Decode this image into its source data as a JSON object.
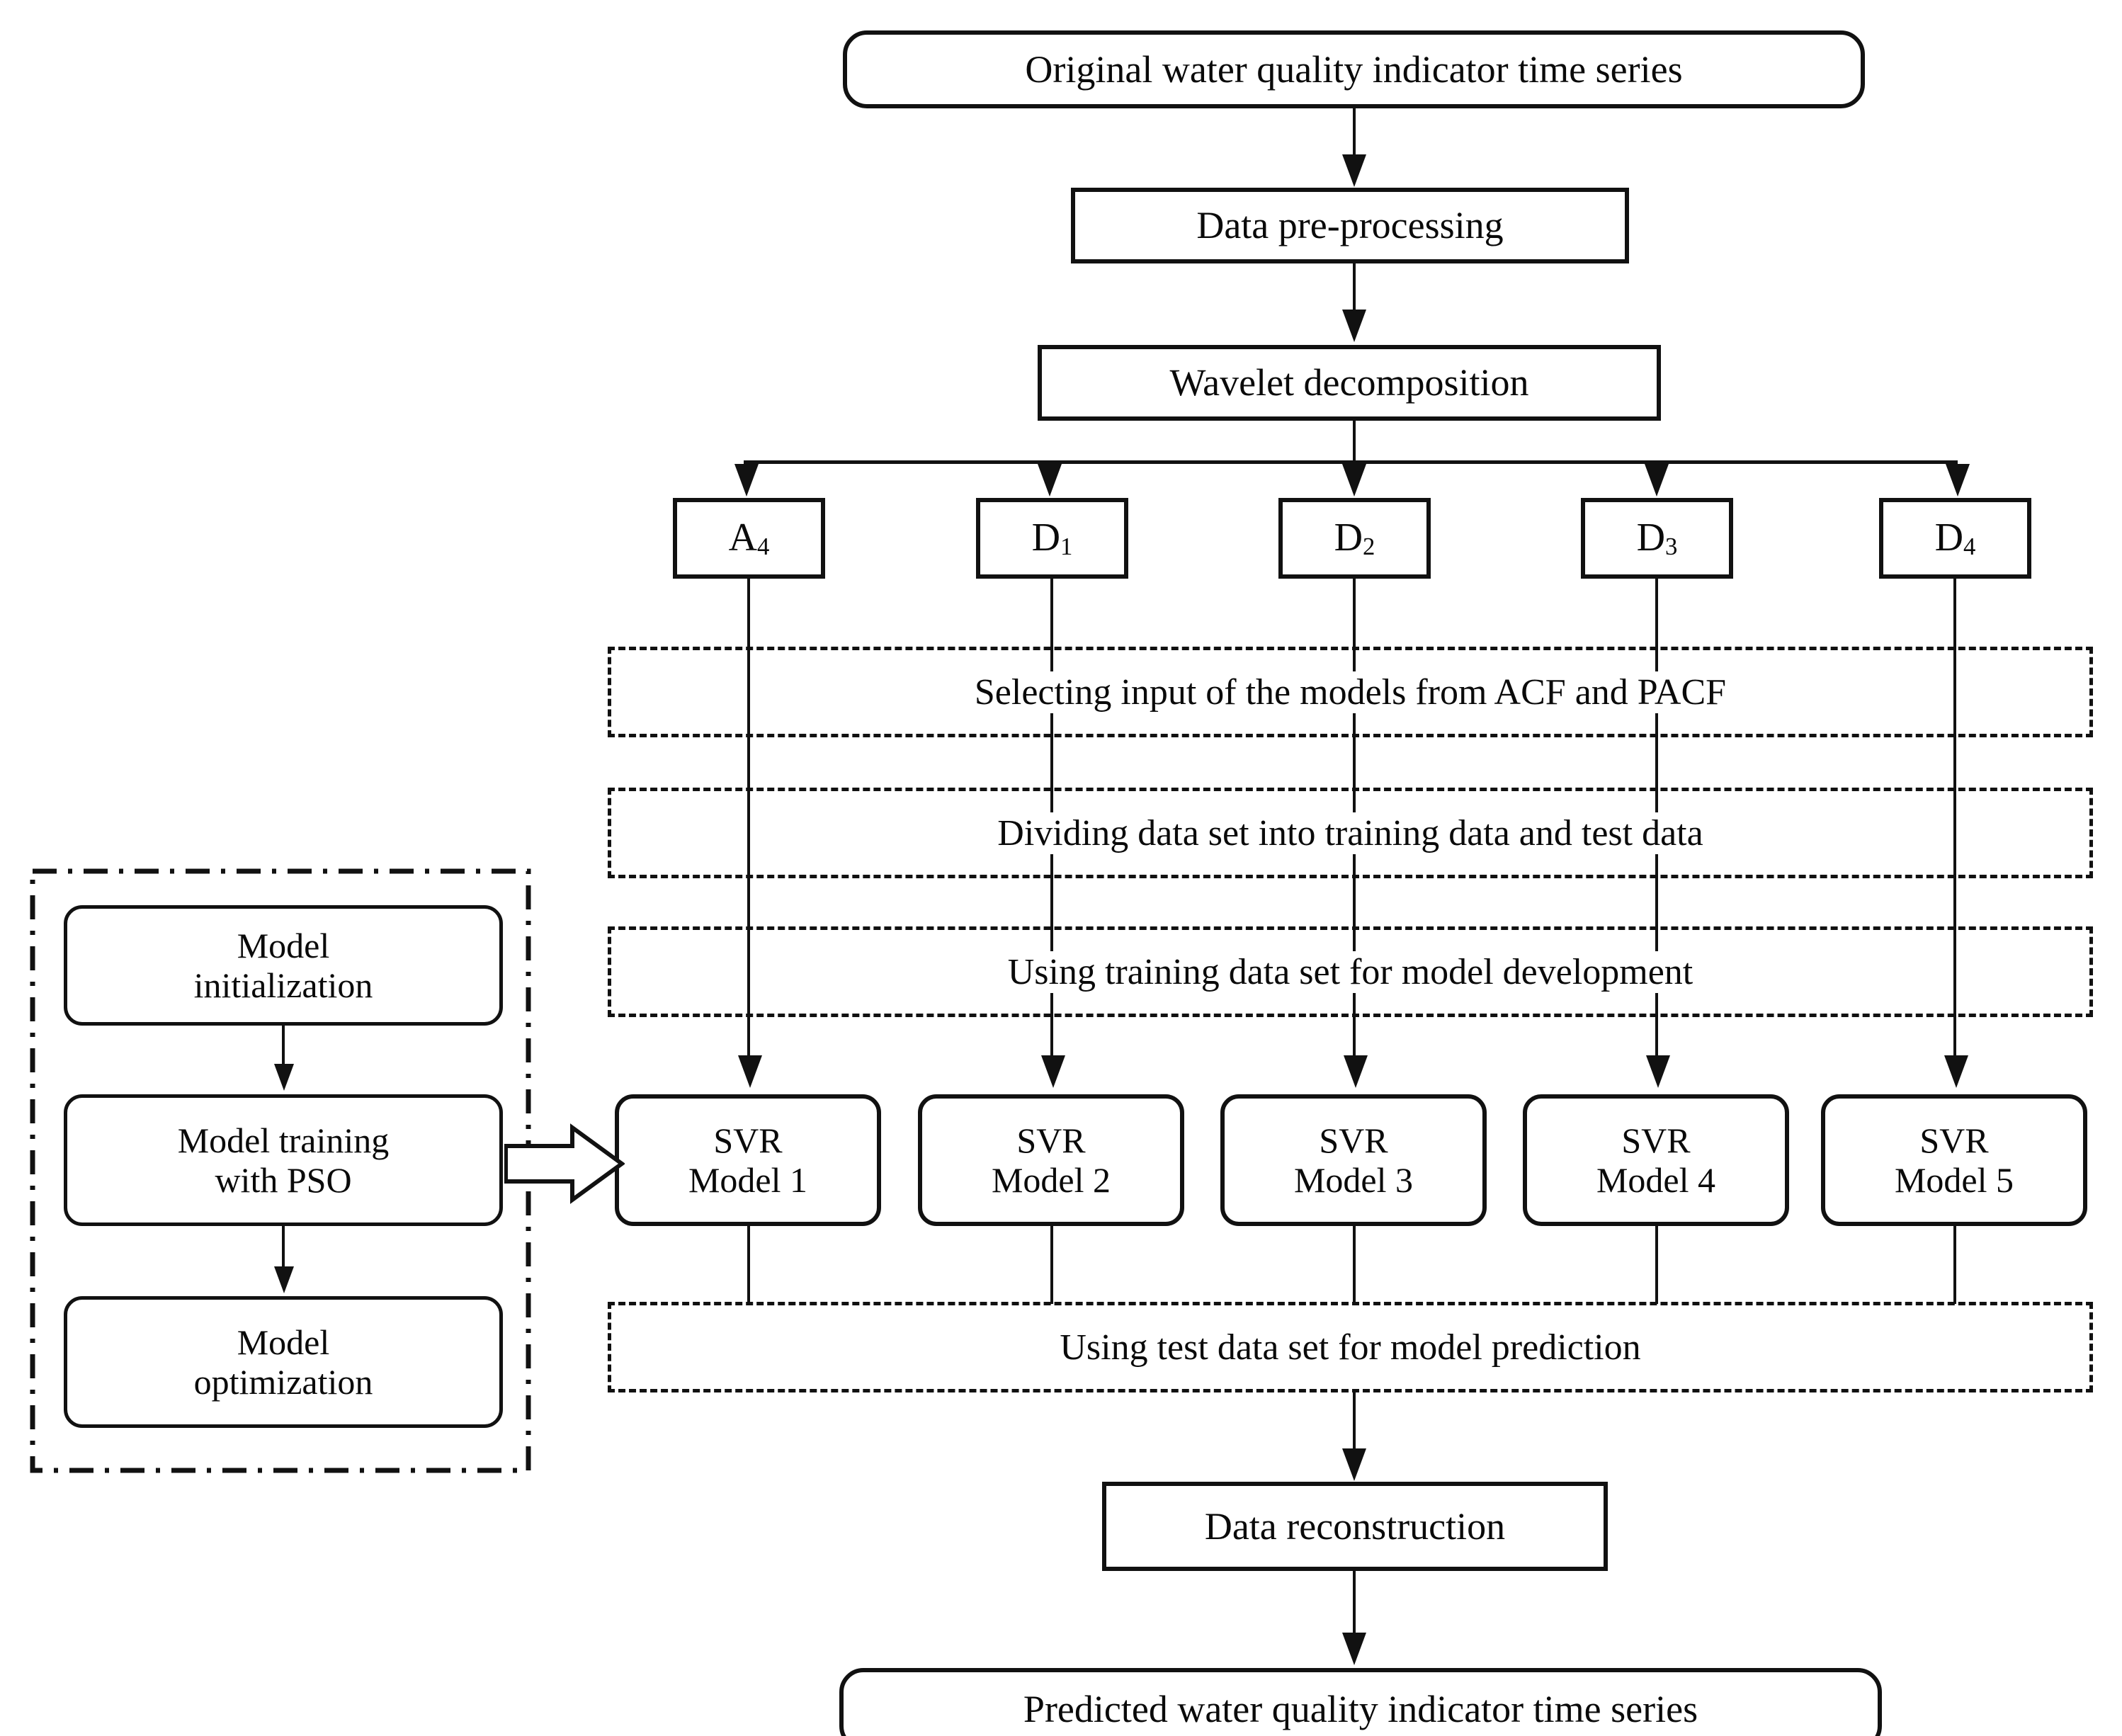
{
  "diagram": {
    "title": "Wavelet-SVR-PSO water quality prediction flowchart",
    "nodes": {
      "original_series": "Original water quality indicator time series",
      "preprocessing": "Data pre-processing",
      "wavelet": "Wavelet decomposition",
      "reconstruction": "Data reconstruction",
      "predicted_series": "Predicted water quality indicator time series"
    },
    "components": [
      {
        "letter": "A",
        "index": "4",
        "label": "A4"
      },
      {
        "letter": "D",
        "index": "1",
        "label": "D1"
      },
      {
        "letter": "D",
        "index": "2",
        "label": "D2"
      },
      {
        "letter": "D",
        "index": "3",
        "label": "D3"
      },
      {
        "letter": "D",
        "index": "4",
        "label": "D4"
      }
    ],
    "bands": {
      "selecting_input": "Selecting input of the models from ACF and PACF",
      "dividing_data": "Dividing data set into training data and test data",
      "training_development": "Using training data set for model development",
      "test_prediction": "Using test data set for model prediction"
    },
    "svr_models": [
      {
        "line1": "SVR",
        "line2": "Model 1"
      },
      {
        "line1": "SVR",
        "line2": "Model 2"
      },
      {
        "line1": "SVR",
        "line2": "Model 3"
      },
      {
        "line1": "SVR",
        "line2": "Model 4"
      },
      {
        "line1": "SVR",
        "line2": "Model 5"
      }
    ],
    "pso_panel": {
      "initialization_l1": "Model",
      "initialization_l2": "initialization",
      "training_l1": "Model training",
      "training_l2": "with PSO",
      "optimization_l1": "Model",
      "optimization_l2": "optimization"
    },
    "colors": {
      "stroke": "#111111",
      "background": "#ffffff",
      "text": "#0a0a0a"
    }
  }
}
